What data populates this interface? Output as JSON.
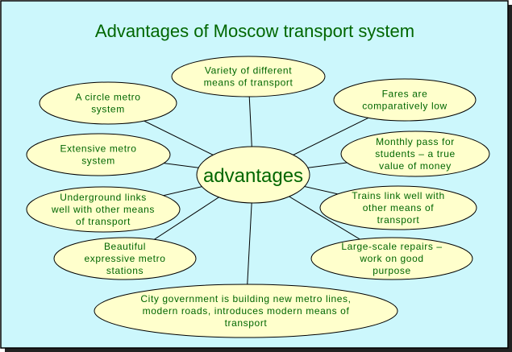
{
  "title": "Advantages of Moscow transport system",
  "colors": {
    "background": "#ccf7fc",
    "node_fill": "#ffffcc",
    "text": "#006600",
    "line": "#000000"
  },
  "center": {
    "label": "advantages"
  },
  "nodes": [
    {
      "id": "variety",
      "lines": [
        "Variety of different",
        "means of transport"
      ]
    },
    {
      "id": "circle-metro",
      "lines": [
        "A circle metro",
        "system"
      ]
    },
    {
      "id": "extensive-metro",
      "lines": [
        "Extensive metro",
        "system"
      ]
    },
    {
      "id": "underground-links",
      "lines": [
        "Underground links",
        "well with other means",
        "of transport"
      ]
    },
    {
      "id": "beautiful-stations",
      "lines": [
        "Beautiful",
        "expressive metro",
        "stations"
      ]
    },
    {
      "id": "city-government",
      "lines": [
        "City government is building new metro lines,",
        "modern roads, introduces modern means of",
        "transport"
      ]
    },
    {
      "id": "fares",
      "lines": [
        "Fares are",
        "comparatively low"
      ]
    },
    {
      "id": "monthly-pass",
      "lines": [
        "Monthly pass for",
        "students – a true",
        "value of money"
      ]
    },
    {
      "id": "trains-link",
      "lines": [
        "Trains link well with",
        "other means of",
        "transport"
      ]
    },
    {
      "id": "large-scale-repairs",
      "lines": [
        "Large-scale repairs –",
        "work on good",
        "purpose"
      ]
    }
  ]
}
